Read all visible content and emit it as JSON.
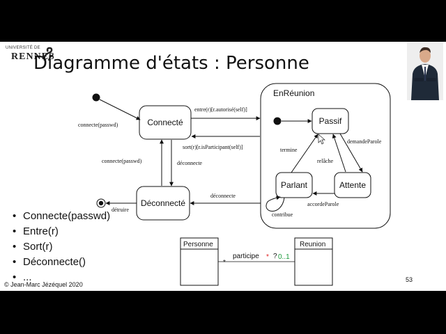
{
  "slide": {
    "university_line": "UNIVERSITÉ DE",
    "university_name": "RENNES",
    "title": "Diagramme d'états : Personne",
    "page_number": "53",
    "copyright": "© Jean-Marc Jézéquel 2020"
  },
  "diagram": {
    "composite_state": "EnRéunion",
    "states": {
      "connecte": "Connecté",
      "deconnecte": "Déconnecté",
      "passif": "Passif",
      "parlant": "Parlant",
      "attente": "Attente"
    },
    "transitions": {
      "initial_connect": "connecte(passwd)",
      "enter": "entre(r)[r.autorisé(self)]",
      "exit": "sort(r)[r.isParticipant(self)]",
      "disconnect": "déconnecte",
      "reconnect": "connecte(passwd)",
      "disconnect_meeting": "déconnecte",
      "destroy": "détruire",
      "termine": "termine",
      "relache": "relâche",
      "demande_parole": "demandeParole",
      "accorde_parole": "accordeParole",
      "contribue": "contribue"
    }
  },
  "class_diagram": {
    "class_left": "Personne",
    "class_right": "Reunion",
    "association": "participe",
    "mult_left": "*",
    "mult_star_red": "*",
    "mult_question": "?",
    "mult_right": "0..1",
    "colors": {
      "red": "#e02020",
      "green": "#1a9a3a"
    }
  },
  "bullets": [
    "Connecte(passwd)",
    "Entre(r)",
    "Sort(r)",
    "Déconnecte()",
    "..."
  ]
}
